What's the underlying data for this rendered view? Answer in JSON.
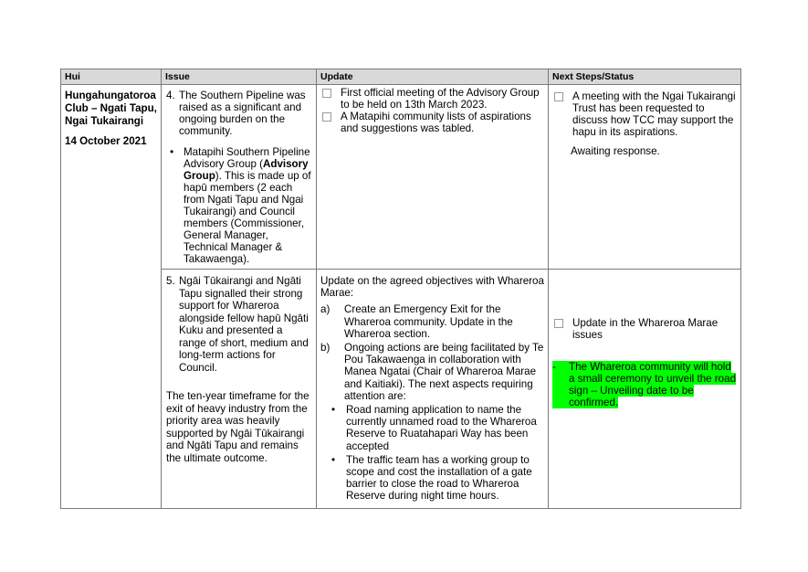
{
  "table": {
    "headers": [
      "Hui",
      "Issue",
      "Update",
      "Next Steps/Status"
    ],
    "hui": {
      "name": "Hungahungatoroa Club – Ngati Tapu, Ngai Tukairangi",
      "date": "14 October 2021"
    },
    "row1": {
      "issue_num": "4.",
      "issue_text": "The Southern Pipeline was raised as a significant and ongoing burden on the community.",
      "bullet_pre": "Matapihi Southern Pipeline Advisory Group (",
      "bullet_bold": "Advisory Group",
      "bullet_post": ").  This is made up of hapū members (2 each from Ngati Tapu and Ngai Tukairangi) and Council members (Commissioner, General Manager, Technical Manager & Takawaenga).",
      "updates": [
        "First official meeting of the Advisory Group to be held on 13th March 2023.",
        "A Matapihi community lists of aspirations and suggestions was tabled."
      ],
      "next_steps": "A meeting with the Ngai Tukairangi Trust has been requested to discuss how TCC may support the hapu in its aspirations.",
      "status": "Awaiting response."
    },
    "row2": {
      "issue_num": "5.",
      "issue_text": "Ngāi Tūkairangi and Ngāti Tapu signalled their strong support for Whareroa alongside fellow hapū Ngāti Kuku and presented a range of short, medium and long-term actions for Council.",
      "issue_text2": "The ten-year timeframe for the exit of heavy industry from the priority area was heavily supported by Ngāi Tūkairangi and Ngāti Tapu and remains the ultimate outcome.",
      "update_intro": "Update on the agreed objectives with Whareroa Marae:",
      "update_a_label": "a)",
      "update_a": "Create an Emergency Exit for the Whareroa community. Update in the Whareroa section.",
      "update_b_label": "b)",
      "update_b": "Ongoing actions are being facilitated by Te Pou Takawaenga in collaboration with Manea Ngatai (Chair of Whareroa Marae and Kaitiaki). The next aspects requiring attention are:",
      "sub_bullets": [
        "Road naming application to name the currently unnamed road to the Whareroa Reserve to Ruatahapari Way has been accepted",
        "The traffic team has a working group to scope and cost the installation of a gate barrier to close the road to Whareroa Reserve during night time hours."
      ],
      "next_step": "Update in the Whareroa Marae issues",
      "highlight_dash": "-",
      "highlight_text": "The Whareroa community will hold a small ceremony to unveil the road sign – Unveiling date to be confirmed."
    }
  }
}
